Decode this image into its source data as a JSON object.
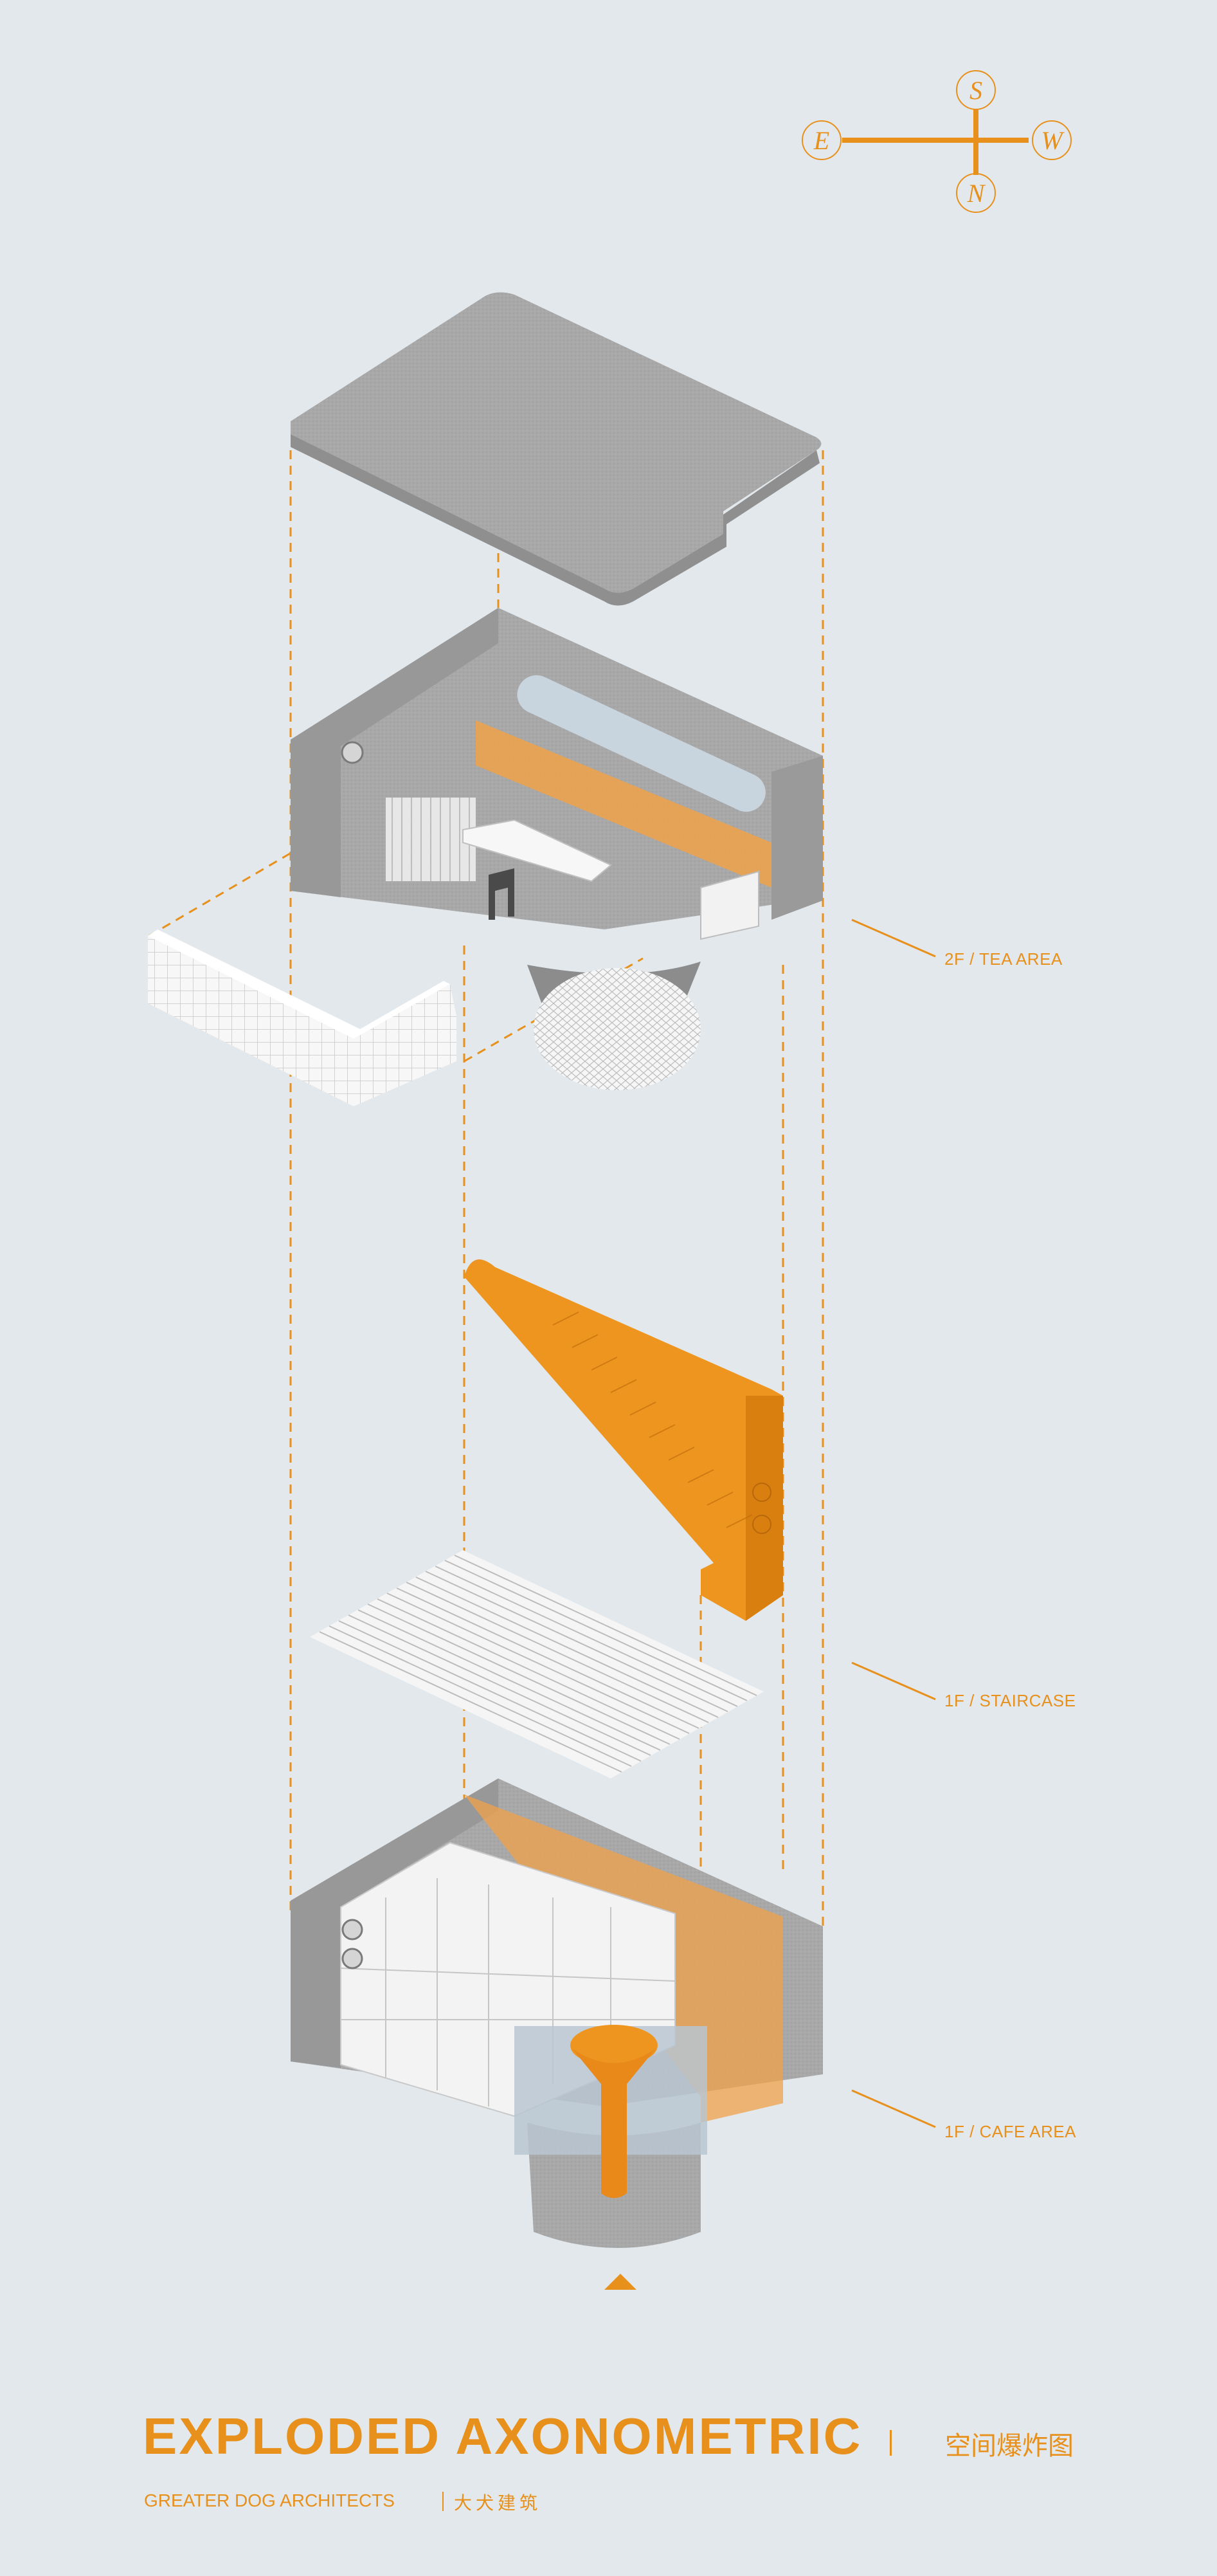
{
  "colors": {
    "background": "#e2e8ec",
    "accent": "#e8901c",
    "slab_gray": "#a9a9a9",
    "wall_gray": "#b3b3b3",
    "white_structure": "#f4f4f4"
  },
  "compass": {
    "top": "S",
    "left": "E",
    "right": "W",
    "bottom": "N"
  },
  "layers": [
    {
      "name": "2F / TEA AREA"
    },
    {
      "name": "1F / STAIRCASE"
    },
    {
      "name": "1F / CAFE AREA"
    }
  ],
  "title": "EXPLODED  AXONOMETRIC",
  "title_cn": "空间爆炸图",
  "subtitle": "GREATER DOG ARCHITECTS",
  "subtitle_cn": "大犬建筑",
  "entrance_marker": "triangle-up"
}
